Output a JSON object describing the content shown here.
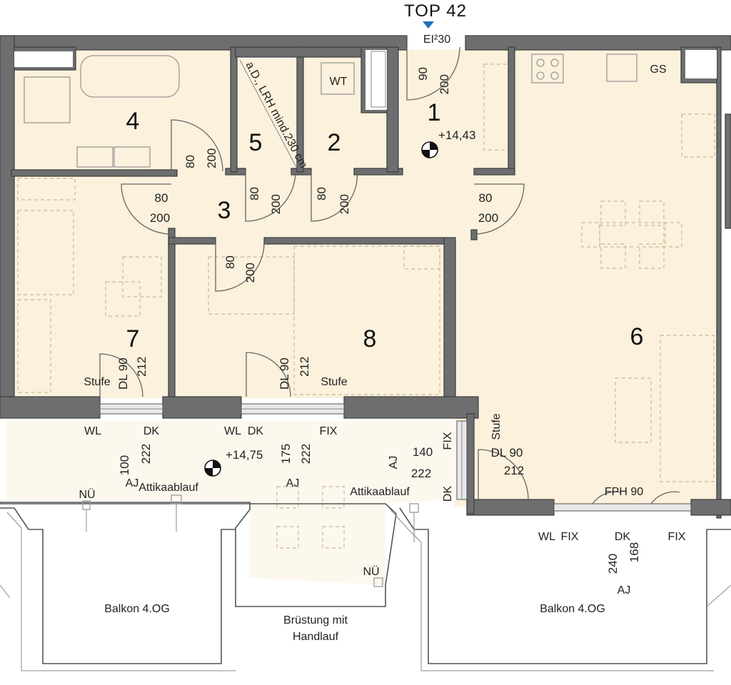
{
  "unit": "TOP 42",
  "entrance_rating": "EI²30",
  "rooms": [
    "1",
    "2",
    "3",
    "4",
    "5",
    "6",
    "7",
    "8"
  ],
  "levels": {
    "room1": "+14,43",
    "terrace": "+14,75"
  },
  "labels": {
    "wt": "WT",
    "gs": "GS",
    "stair_note": "a.D., LRH mind.230 cm",
    "stufe": "Stufe",
    "wl": "WL",
    "dk": "DK",
    "fix": "FIX",
    "aj": "AJ",
    "attika": "Attikaablauf",
    "nue": "NÜ",
    "fph": "FPH 90",
    "balkon": "Balkon 4.OG",
    "bruestung_1": "Brüstung mit",
    "bruestung_2": "Handlauf",
    "dl90": "DL 90"
  },
  "dims": {
    "d90": "90",
    "d200": "200",
    "d80": "80",
    "d212": "212",
    "d100": "100",
    "d222": "222",
    "d175": "175",
    "d140": "140",
    "d240": "240",
    "d168": "168"
  }
}
